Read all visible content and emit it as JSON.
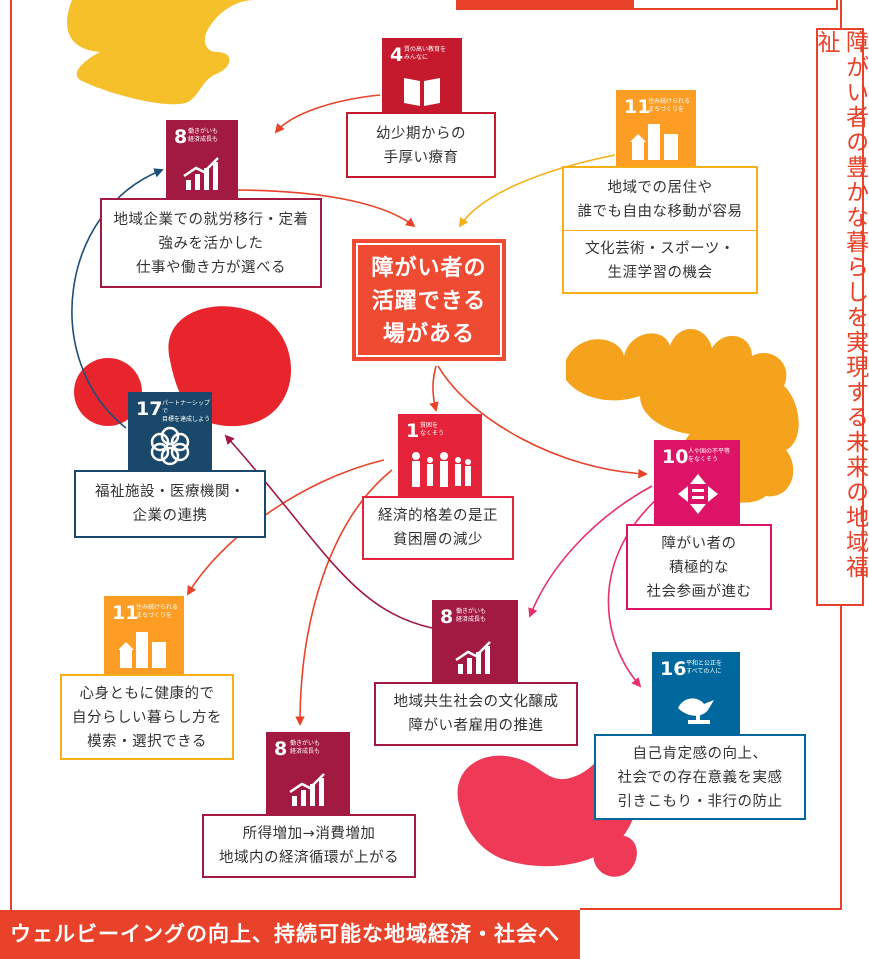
{
  "side_title": "障がい者の豊かな暮らしを実現する未来の地域福祉",
  "center_title": "障がい者の\n活躍できる\n場がある",
  "footer_title": "ウェルビーイングの向上、持続可能な地域経済・社会へ",
  "colors": {
    "frame": "#e8432a",
    "sdg1": "#e5243b",
    "sdg4": "#c5192d",
    "sdg8": "#a21942",
    "sdg10": "#dd1367",
    "sdg11": "#fd9d24",
    "sdg16": "#00689d",
    "sdg17": "#19486a"
  },
  "nodes": {
    "sdg4": {
      "number": "4",
      "caption": "質の高い教育を\nみんなに",
      "icon": "book-icon",
      "text": "幼少期からの\n手厚い療育"
    },
    "sdg8_top": {
      "number": "8",
      "caption": "働きがいも\n経済成長も",
      "icon": "growth-chart-icon",
      "text": "地域企業での就労移行・定着\n強みを活かした\n仕事や働き方が選べる"
    },
    "sdg11_top": {
      "number": "11",
      "caption": "住み続けられる\nまちづくりを",
      "icon": "city-icon",
      "text_1": "地域での居住や\n誰でも自由な移動が容易",
      "text_2": "文化芸術・スポーツ・\n生涯学習の機会"
    },
    "sdg17": {
      "number": "17",
      "caption": "パートナーシップで\n目標を達成しよう",
      "icon": "partnership-ring-icon",
      "text": "福祉施設・医療機関・\n企業の連携"
    },
    "sdg1": {
      "number": "1",
      "caption": "貧困を\nなくそう",
      "icon": "family-icon",
      "text": "経済的格差の是正\n貧困層の減少"
    },
    "sdg10": {
      "number": "10",
      "caption": "人や国の不平等\nをなくそう",
      "icon": "equality-arrows-icon",
      "text": "障がい者の\n積極的な\n社会参画が進む"
    },
    "sdg11_bottom": {
      "number": "11",
      "caption": "住み続けられる\nまちづくりを",
      "icon": "city-icon",
      "text": "心身ともに健康的で\n自分らしい暮らし方を\n模索・選択できる"
    },
    "sdg8_mid": {
      "number": "8",
      "caption": "働きがいも\n経済成長も",
      "icon": "growth-chart-icon",
      "text": "地域共生社会の文化醸成\n障がい者雇用の推進"
    },
    "sdg16": {
      "number": "16",
      "caption": "平和と公正を\nすべての人に",
      "icon": "dove-gavel-icon",
      "text": "自己肯定感の向上、\n社会での存在意義を実感\n引きこもり・非行の防止"
    },
    "sdg8_bottom": {
      "number": "8",
      "caption": "働きがいも\n経済成長も",
      "icon": "growth-chart-icon",
      "text": "所得増加→消費増加\n地域内の経済循環が上がる"
    }
  }
}
